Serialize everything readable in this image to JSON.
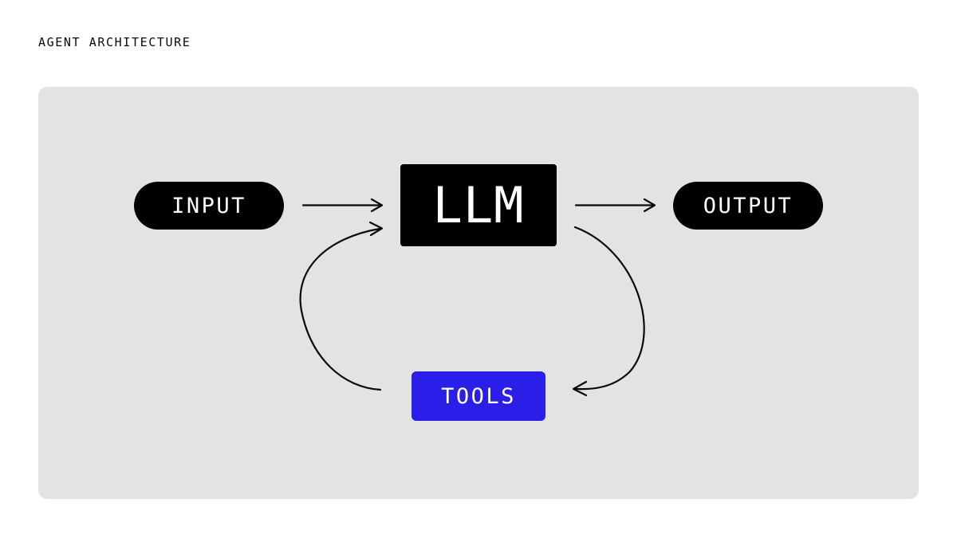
{
  "page": {
    "title": "AGENT ARCHITECTURE",
    "background_color": "#ffffff",
    "panel_color": "#e3e3e3"
  },
  "diagram": {
    "type": "flow-diagram",
    "nodes": [
      {
        "id": "input",
        "label": "INPUT",
        "shape": "pill",
        "fill": "#000000",
        "text_color": "#ffffff"
      },
      {
        "id": "llm",
        "label": "LLM",
        "shape": "rounded-rectangle",
        "fill": "#000000",
        "text_color": "#ffffff"
      },
      {
        "id": "output",
        "label": "OUTPUT",
        "shape": "pill",
        "fill": "#000000",
        "text_color": "#ffffff"
      },
      {
        "id": "tools",
        "label": "TOOLS",
        "shape": "rounded-rectangle",
        "fill": "#2b1ee8",
        "text_color": "#ffffff"
      }
    ],
    "edges": [
      {
        "id": "input-to-llm",
        "from": "input",
        "to": "llm",
        "style": "straight",
        "arrow": "end"
      },
      {
        "id": "llm-to-output",
        "from": "llm",
        "to": "output",
        "style": "straight",
        "arrow": "end"
      },
      {
        "id": "llm-to-tools",
        "from": "llm",
        "to": "tools",
        "style": "curved",
        "arrow": "end"
      },
      {
        "id": "tools-to-llm",
        "from": "tools",
        "to": "llm",
        "style": "curved",
        "arrow": "end"
      }
    ],
    "edge_color": "#0a0a0a"
  }
}
